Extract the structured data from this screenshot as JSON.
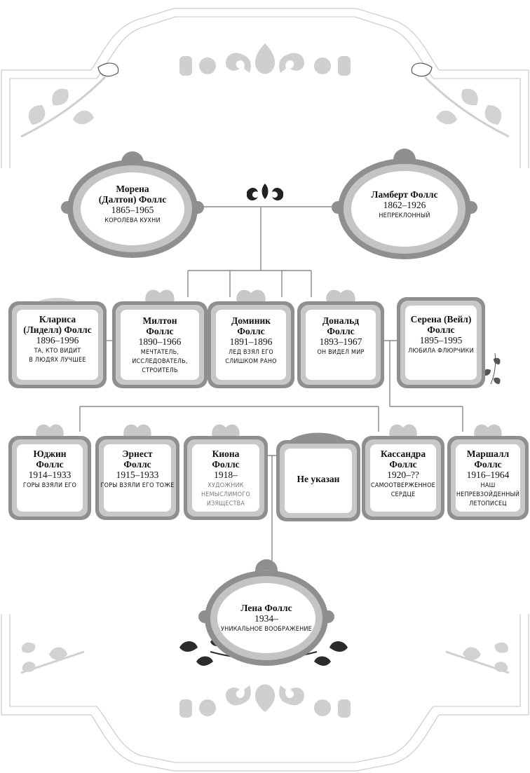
{
  "colors": {
    "frame": "#c8c8c8",
    "frame_dark": "#8f8f8f",
    "frame_light": "#d6d6d6",
    "inner_fill": "#ffffff",
    "line": "#8a8a8a",
    "leaf_gray": "#d2d2d2",
    "leaf_dark": "#2b2b2b"
  },
  "people": {
    "morena": {
      "name_l1": "Морена",
      "name_l2": "(Далтон) Фоллс",
      "years": "1865–1965",
      "desc": "Королева кухни"
    },
    "lambert": {
      "name_l1": "Ламберт Фоллс",
      "years": "1862–1926",
      "desc": "Непреклонный"
    },
    "clarisa": {
      "name_l1": "Клариса",
      "name_l2": "(Лиделл) Фоллс",
      "years": "1896–1996",
      "desc_l1": "Та, кто видит",
      "desc_l2": "в людях лучшее"
    },
    "milton": {
      "name_l1": "Милтон",
      "name_l2": "Фоллс",
      "years": "1890–1966",
      "desc_l1": "Мечтатель, исследователь,",
      "desc_l2": "строитель"
    },
    "dominik": {
      "name_l1": "Доминик",
      "name_l2": "Фоллс",
      "years": "1891–1896",
      "desc_l1": "Лед взял его",
      "desc_l2": "слишком рано"
    },
    "donald": {
      "name_l1": "Дональд",
      "name_l2": "Фоллс",
      "years": "1893–1967",
      "desc": "Он видел мир"
    },
    "serena": {
      "name_l1": "Серена (Вейл)",
      "name_l2": "Фоллс",
      "years": "1895–1995",
      "desc": "Любила флюрчики"
    },
    "eugene": {
      "name_l1": "Юджин",
      "name_l2": "Фоллс",
      "years": "1914–1933",
      "desc": "Горы взяли его"
    },
    "ernest": {
      "name_l1": "Эрнест",
      "name_l2": "Фоллс",
      "years": "1915–1933",
      "desc": "Горы взяли его тоже"
    },
    "kiona": {
      "name_l1": "Киона",
      "name_l2": "Фоллс",
      "years": "1918–",
      "desc_l1": "Художник немыслимого",
      "desc_l2": "изящества"
    },
    "unknown": {
      "name": "Не указан"
    },
    "cassandra": {
      "name_l1": "Кассандра",
      "name_l2": "Фоллс",
      "years": "1920–??",
      "desc_l1": "Самоотверженное",
      "desc_l2": "сердце"
    },
    "marshall": {
      "name_l1": "Маршалл",
      "name_l2": "Фоллс",
      "years": "1916–1964",
      "desc_l1": "Наш непревзойденный",
      "desc_l2": "летописец"
    },
    "lena": {
      "name_l1": "Лена Фоллс",
      "years": "1934–",
      "desc": "Уникальное воображение"
    }
  }
}
